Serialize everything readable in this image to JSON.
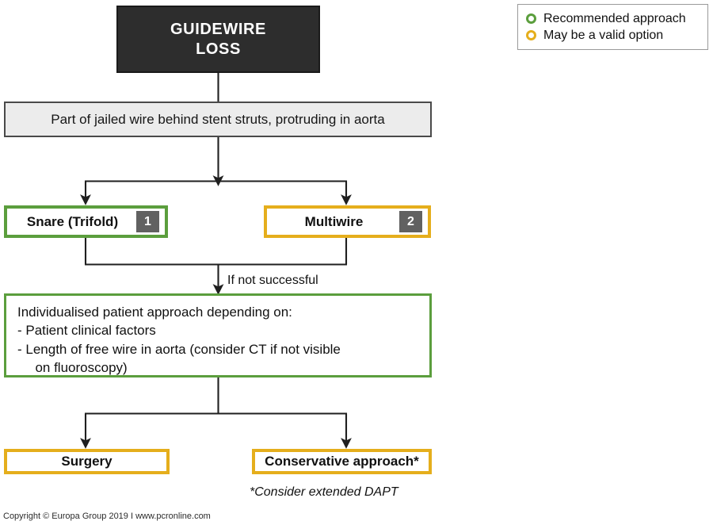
{
  "diagram": {
    "title": "Guidewire loss management algorithm",
    "colors": {
      "recommended": "#5b9e3d",
      "valid_option": "#e5ae1c",
      "root_fill": "#2d2d2d",
      "scenario_fill": "#ececec",
      "badge_fill": "#616161",
      "connector": "#1f1f1f"
    }
  },
  "root": {
    "line1": "GUIDEWIRE",
    "line2": "LOSS"
  },
  "scenario": {
    "text": "Part of jailed wire behind stent struts, protruding in aorta"
  },
  "options": [
    {
      "label": "Snare (Trifold)",
      "badge": "1",
      "style": "recommended"
    },
    {
      "label": "Multiwire",
      "badge": "2",
      "style": "valid_option"
    }
  ],
  "edges": {
    "if_not_successful": "If not successful"
  },
  "individualised": {
    "heading": "Individualised patient approach depending on:",
    "items": [
      "- Patient clinical factors",
      "- Length of free wire in aorta (consider CT if not visible\n  on fluoroscopy)"
    ]
  },
  "outcomes": [
    {
      "label": "Surgery",
      "style": "valid_option"
    },
    {
      "label": "Conservative approach*",
      "style": "valid_option"
    }
  ],
  "footnote": "*Consider extended DAPT",
  "legend": {
    "items": [
      {
        "marker": "green-ring-icon",
        "label": "Recommended approach"
      },
      {
        "marker": "amber-ring-icon",
        "label": "May be a valid option"
      }
    ]
  },
  "copyright": "Copyright © Europa Group 2019 I www.pcronline.com"
}
